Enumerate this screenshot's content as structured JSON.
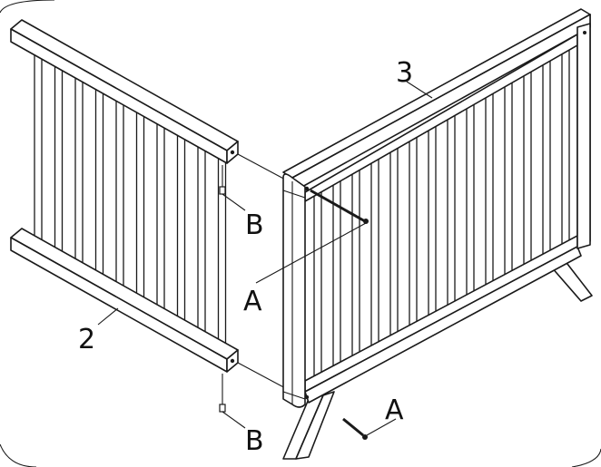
{
  "labels": {
    "part_2": "2",
    "part_3": "3",
    "fastener_a_upper": "A",
    "fastener_a_lower": "A",
    "fastener_b_upper": "B",
    "fastener_b_lower": "B"
  },
  "colors": {
    "line": "#1a1a1a",
    "background": "#ffffff"
  }
}
